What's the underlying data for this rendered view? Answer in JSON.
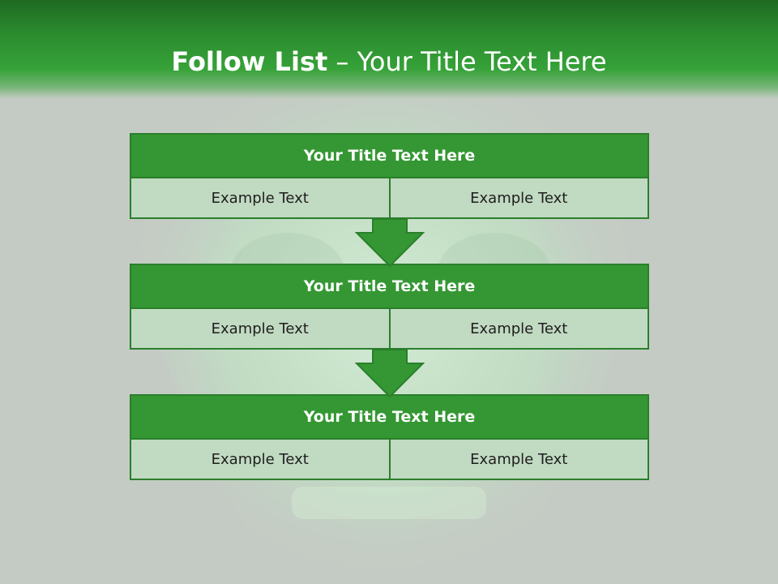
{
  "slide": {
    "title_bold": "Follow List",
    "title_rest": " – Your Title Text Here"
  },
  "blocks": [
    {
      "title": "Your Title Text Here",
      "left": "Example Text",
      "right": "Example Text"
    },
    {
      "title": "Your Title Text Here",
      "left": "Example Text",
      "right": "Example Text"
    },
    {
      "title": "Your Title Text Here",
      "left": "Example Text",
      "right": "Example Text"
    }
  ],
  "colors": {
    "accent_green": "#349733",
    "header_green": "#2c8c2f",
    "cell_fill": "#c1dac2",
    "background": "#c4cbc4"
  }
}
